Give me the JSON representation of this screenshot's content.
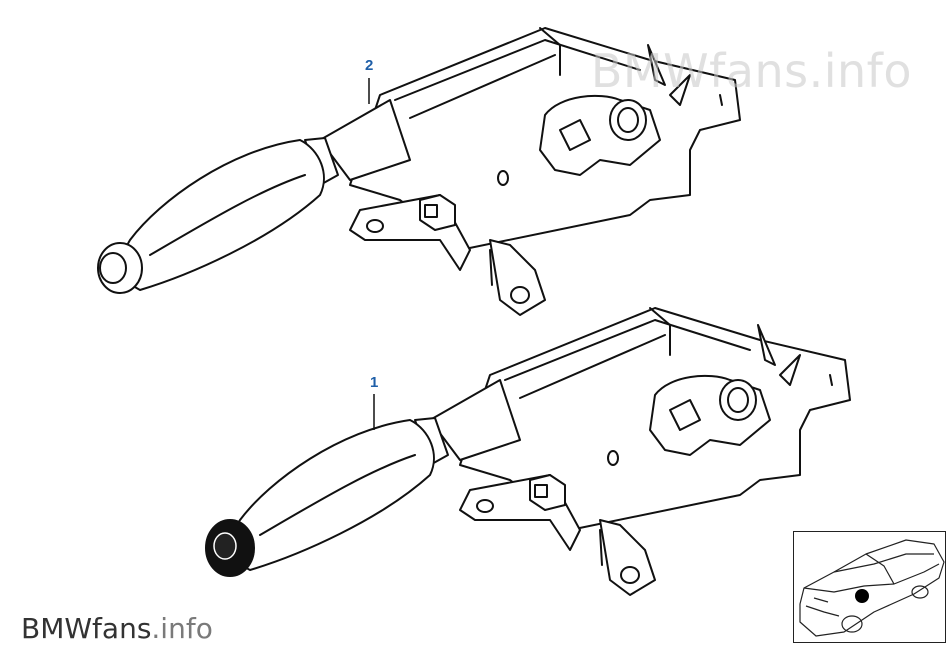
{
  "callouts": [
    {
      "id": "2",
      "label": "2"
    },
    {
      "id": "1",
      "label": "1"
    }
  ],
  "watermark": {
    "text": "BMWfans.info"
  },
  "brand": {
    "part1": "BMWfans",
    "part2": ".info"
  },
  "colors": {
    "callout": "#1f5fa8",
    "outline": "#111111",
    "watermark": "#c8c8c8",
    "marker": "#000000"
  },
  "icons": [
    "parking-brake-lever",
    "car-location-thumbnail"
  ]
}
